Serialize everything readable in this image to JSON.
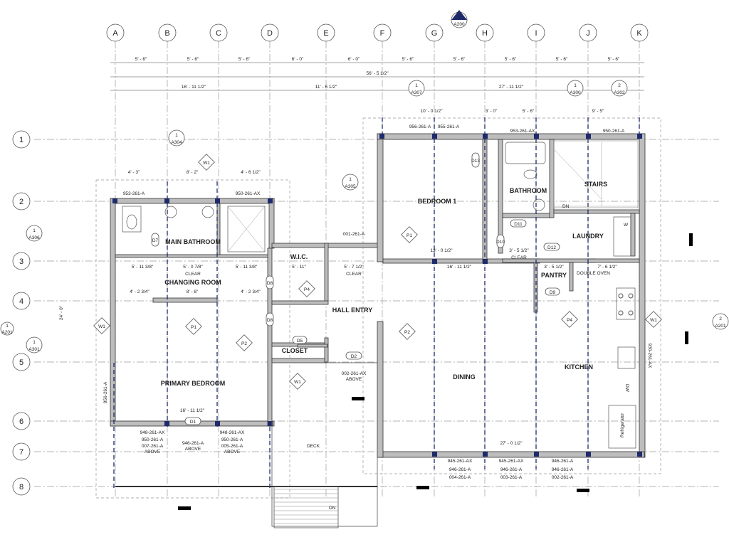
{
  "grid_columns": [
    "A",
    "B",
    "C",
    "D",
    "E",
    "F",
    "G",
    "H",
    "I",
    "J",
    "K"
  ],
  "grid_rows": [
    "1",
    "2",
    "3",
    "4",
    "5",
    "6",
    "7",
    "8"
  ],
  "top_dims": [
    "5' - 6\"",
    "5' - 6\"",
    "5' - 6\"",
    "6' - 0\"",
    "6' - 0\"",
    "5' - 6\"",
    "5' - 6\"",
    "5' - 6\"",
    "5' - 6\"",
    "5' - 6\""
  ],
  "overall_dim": "56' - 5 1/2\"",
  "sub_dims": [
    "16' - 11 1/2\"",
    "11' - 6 1/2\"",
    "27' - 11 1/2\""
  ],
  "rooms": {
    "main_bathroom": "MAIN BATHROOM",
    "changing_room": "CHANGING ROOM",
    "wic": "W.I.C.",
    "hall_entry": "HALL ENTRY",
    "closet": "CLOSET",
    "primary_bedroom": "PRIMARY BEDROOM",
    "bedroom1": "BEDROOM 1",
    "bathroom": "BATHROOM",
    "stairs": "STAIRS",
    "laundry": "LAUNDRY",
    "pantry": "PANTRY",
    "double_oven": "DOUBLE OVEN",
    "dining": "DINING",
    "kitchen": "KITCHEN",
    "deck": "DECK",
    "refrigerator": "Refrigerator",
    "dn": "DN",
    "dw": "DW",
    "clear": "CLEAR",
    "above": "ABOVE"
  },
  "section_marks": [
    {
      "num": "1",
      "sheet": "A200"
    },
    {
      "num": "1",
      "sheet": "A307"
    },
    {
      "num": "1",
      "sheet": "A300"
    },
    {
      "num": "2",
      "sheet": "A302"
    },
    {
      "num": "1",
      "sheet": "A304"
    },
    {
      "num": "1",
      "sheet": "A305"
    },
    {
      "num": "1",
      "sheet": "A306"
    },
    {
      "num": "2",
      "sheet": "A201"
    },
    {
      "num": "1",
      "sheet": "A301"
    },
    {
      "num": "1",
      "sheet": "A201"
    }
  ],
  "tags": [
    "W1",
    "P1",
    "P2",
    "P4",
    "D1",
    "D2",
    "D5",
    "D7",
    "D8",
    "D9",
    "D10",
    "D11",
    "D12",
    "D13",
    "W"
  ],
  "labels": {
    "l953a": "953-261-A",
    "l950ax": "950-261-AX",
    "l956a": "956-261-A",
    "l955a": "955-261-A",
    "l953ax": "953-261-AX",
    "l950a": "950-261-A",
    "l001a": "001-261-A",
    "l002ax": "002-261-AX",
    "l948ax": "948-261-AX",
    "l950a2": "950-261-A",
    "l007a": "007-261-A",
    "l946a": "946-261-A",
    "l005a": "005-261-A",
    "l945ax": "945-261-AX",
    "l004a": "004-261-A",
    "l003a": "003-261-A",
    "l002a": "002-261-A",
    "l956a2": "956-261-A",
    "l930ax": "930-261-AX",
    "l27": "27' - 0 1/2\"",
    "l16": "16' - 11 1/2\"",
    "l10": "10' - 0 1/2\"",
    "l3": "3' - 0\"",
    "l5_6": "5' - 6\"",
    "l9_5": "9' - 5\"",
    "l13": "13' - 0 1/2\"",
    "l16b": "16' - 11 1/2\"",
    "l3_5": "3' - 5 1/2\"",
    "l7_6": "7' - 6 1/2\"",
    "l4_3": "4' - 3\"",
    "l8_2": "8' - 2\"",
    "l4_6": "4' - 6 1/2\"",
    "l5_11": "5' - 11 3/8\"",
    "l5_07": "5' - 0 7/8\"",
    "l4_2": "4' - 2 3/4\"",
    "l8_6": "8' - 6\"",
    "l5_11b": "5' - 11\"",
    "l5_7": "5' - 7 1/2\"",
    "l24": "24' - 0\"",
    "l56": "56' - 5 1/2\""
  }
}
